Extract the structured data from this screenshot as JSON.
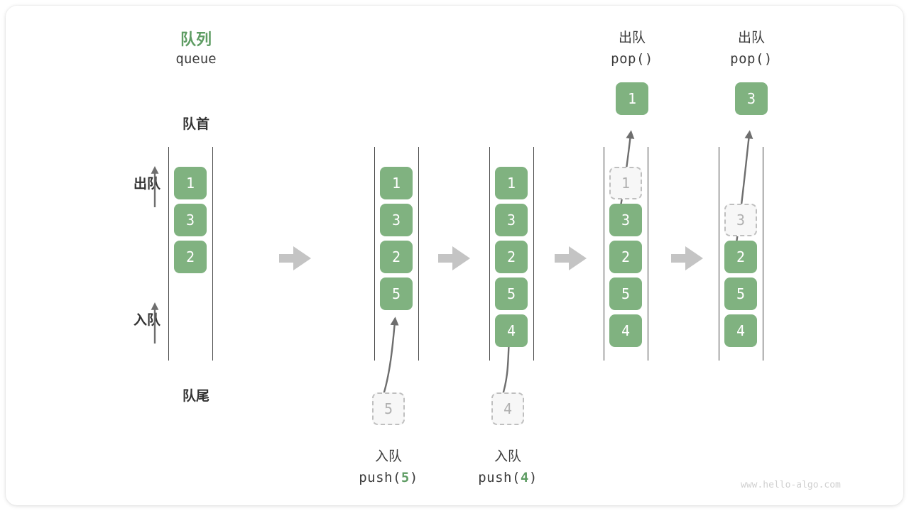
{
  "diagram": {
    "title_cn": "队列",
    "title_code": "queue",
    "front_label": "队首",
    "rear_label": "队尾",
    "dequeue_label": "出队",
    "enqueue_label": "入队",
    "watermark": "www.hello-algo.com",
    "colors": {
      "accent_green": "#80B280",
      "title_green": "#5E9C63",
      "text_dark": "#3C3C3C",
      "ghost_border": "#BFBFBF",
      "ghost_fill": "#F7F7F7",
      "arrow_gray": "#C4C4C4",
      "curve_gray": "#6E6E6E",
      "rail": "#444444"
    }
  },
  "stages": [
    {
      "name": "initial",
      "cells": [
        "1",
        "3",
        "2"
      ],
      "ghost_top": null,
      "ghost_bottom": null,
      "popped": null,
      "top_cn": null,
      "top_code": null,
      "bottom_cn": null,
      "bottom_code_prefix": null,
      "bottom_code_arg": null,
      "bottom_code_suffix": null
    },
    {
      "name": "push-5",
      "cells": [
        "1",
        "3",
        "2",
        "5"
      ],
      "ghost_top": null,
      "ghost_bottom": "5",
      "popped": null,
      "top_cn": null,
      "top_code": null,
      "bottom_cn": "入队",
      "bottom_code_prefix": "push(",
      "bottom_code_arg": "5",
      "bottom_code_suffix": ")"
    },
    {
      "name": "push-4",
      "cells": [
        "1",
        "3",
        "2",
        "5",
        "4"
      ],
      "ghost_top": null,
      "ghost_bottom": "4",
      "popped": null,
      "top_cn": null,
      "top_code": null,
      "bottom_cn": "入队",
      "bottom_code_prefix": "push(",
      "bottom_code_arg": "4",
      "bottom_code_suffix": ")"
    },
    {
      "name": "pop-1",
      "cells": [
        "3",
        "2",
        "5",
        "4"
      ],
      "ghost_top": "1",
      "ghost_bottom": null,
      "popped": "1",
      "top_cn": "出队",
      "top_code": "pop()",
      "bottom_cn": null,
      "bottom_code_prefix": null,
      "bottom_code_arg": null,
      "bottom_code_suffix": null
    },
    {
      "name": "pop-3",
      "cells": [
        "2",
        "5",
        "4"
      ],
      "ghost_top": "3",
      "ghost_bottom": null,
      "popped": "3",
      "top_cn": "出队",
      "top_code": "pop()",
      "bottom_cn": null,
      "bottom_code_prefix": null,
      "bottom_code_arg": null,
      "bottom_code_suffix": null
    }
  ]
}
